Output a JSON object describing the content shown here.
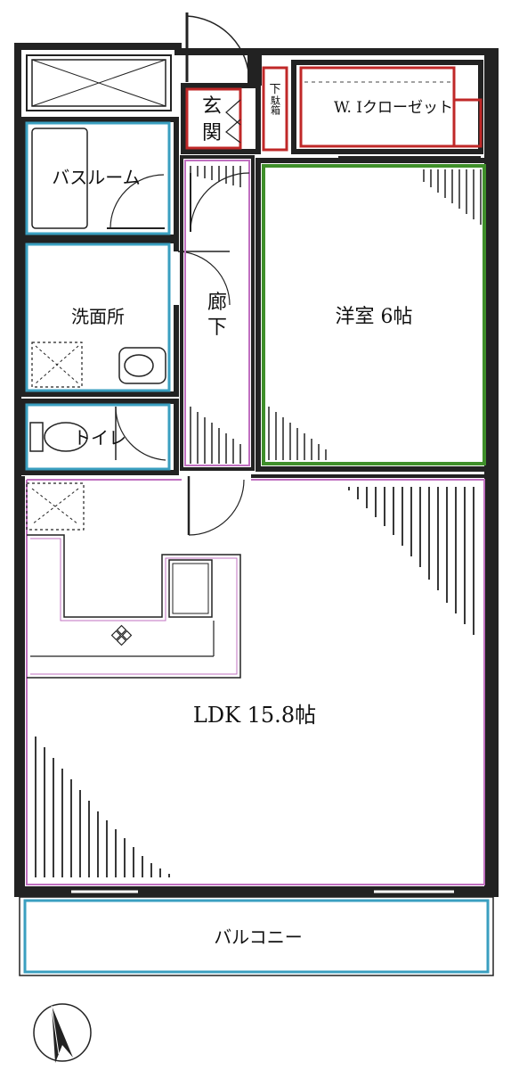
{
  "rooms": {
    "genkan": {
      "line1": "玄",
      "line2": "関"
    },
    "shoe_box": {
      "line1": "下",
      "line2": "駄箱"
    },
    "wic": "W. Iクローゼット",
    "bathroom": "バスルーム",
    "washroom": "洗面所",
    "hallway": {
      "line1": "廊",
      "line2": "下"
    },
    "western_room": "洋室 6帖",
    "toilet": "トイレ",
    "ldk": "LDK 15.8帖",
    "balcony": "バルコニー"
  },
  "colors": {
    "wall": "#222222",
    "genkan": "#c02828",
    "wet_area": "#3a9fc0",
    "western_room": "#3f8f2a",
    "hallway": "#c070c0",
    "ldk": "#c070c0",
    "balcony": "#3a9fc0"
  }
}
